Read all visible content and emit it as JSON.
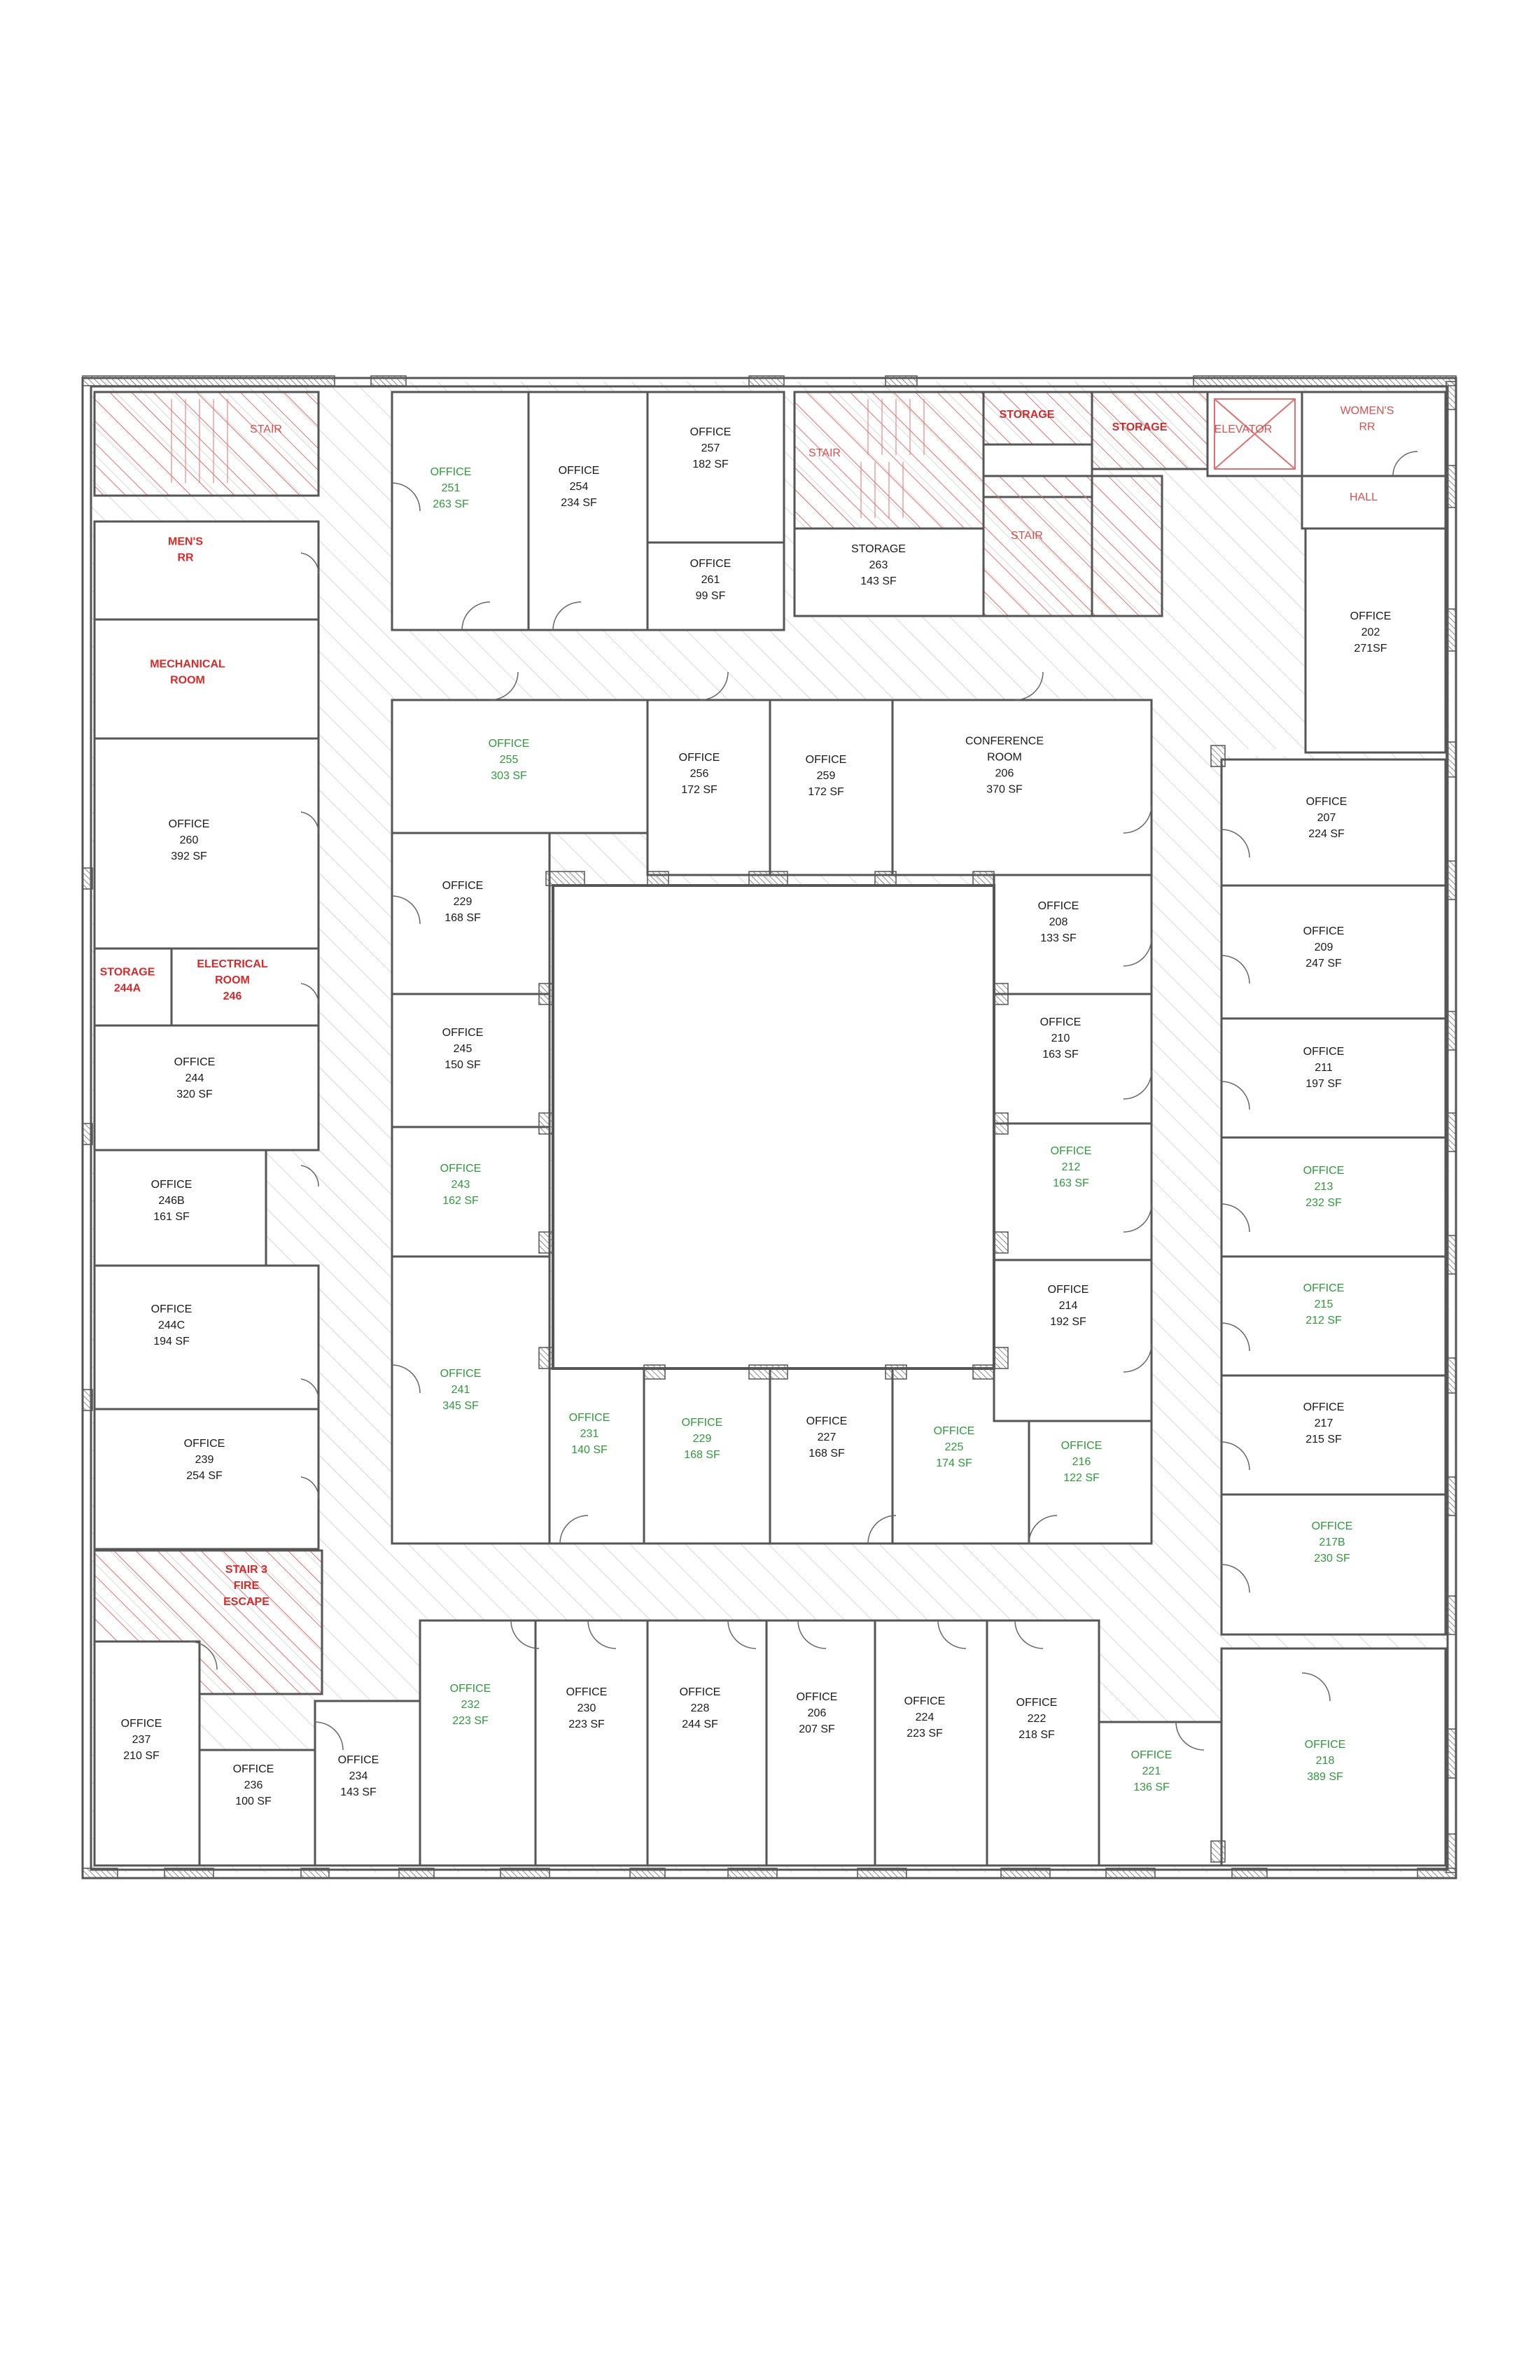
{
  "colors": {
    "wall": "#555555",
    "hatch": "#d9d9d9",
    "red_hatch": "#e07070",
    "occupied": "#1a1a1a",
    "available": "#2e9a3a",
    "service": "#d62a2a"
  },
  "rooms": [
    {
      "id": "stair-nw",
      "lines": [
        "STAIR"
      ],
      "tone": "redlight"
    },
    {
      "id": "mens-rr",
      "lines": [
        "MEN'S",
        "RR"
      ],
      "tone": "red"
    },
    {
      "id": "mechanical",
      "lines": [
        "MECHANICAL",
        "ROOM"
      ],
      "tone": "red"
    },
    {
      "id": "office-260",
      "lines": [
        "OFFICE",
        "260",
        "392 SF"
      ],
      "tone": "black"
    },
    {
      "id": "storage-244a",
      "lines": [
        "STORAGE",
        "244A"
      ],
      "tone": "red"
    },
    {
      "id": "electrical-246",
      "lines": [
        "ELECTRICAL",
        "ROOM",
        "246"
      ],
      "tone": "red"
    },
    {
      "id": "office-244",
      "lines": [
        "OFFICE",
        "244",
        "320 SF"
      ],
      "tone": "black"
    },
    {
      "id": "office-246b",
      "lines": [
        "OFFICE",
        "246B",
        "161 SF"
      ],
      "tone": "black"
    },
    {
      "id": "office-244c",
      "lines": [
        "OFFICE",
        "244C",
        "194 SF"
      ],
      "tone": "black"
    },
    {
      "id": "office-239",
      "lines": [
        "OFFICE",
        "239",
        "254 SF"
      ],
      "tone": "black"
    },
    {
      "id": "stair3",
      "lines": [
        "STAIR 3",
        "FIRE",
        "ESCAPE"
      ],
      "tone": "red"
    },
    {
      "id": "office-237",
      "lines": [
        "OFFICE",
        "237",
        "210 SF"
      ],
      "tone": "black"
    },
    {
      "id": "office-236",
      "lines": [
        "OFFICE",
        "236",
        "100 SF"
      ],
      "tone": "black"
    },
    {
      "id": "office-234",
      "lines": [
        "OFFICE",
        "234",
        "143 SF"
      ],
      "tone": "black"
    },
    {
      "id": "office-232",
      "lines": [
        "OFFICE",
        "232",
        "223 SF"
      ],
      "tone": "green"
    },
    {
      "id": "office-230",
      "lines": [
        "OFFICE",
        "230",
        "223 SF"
      ],
      "tone": "black"
    },
    {
      "id": "office-228",
      "lines": [
        "OFFICE",
        "228",
        "244 SF"
      ],
      "tone": "black"
    },
    {
      "id": "office-206b",
      "lines": [
        "OFFICE",
        "206",
        "207 SF"
      ],
      "tone": "black"
    },
    {
      "id": "office-224",
      "lines": [
        "OFFICE",
        "224",
        "223 SF"
      ],
      "tone": "black"
    },
    {
      "id": "office-222",
      "lines": [
        "OFFICE",
        "222",
        "218 SF"
      ],
      "tone": "black"
    },
    {
      "id": "office-221",
      "lines": [
        "OFFICE",
        "221",
        "136 SF"
      ],
      "tone": "green"
    },
    {
      "id": "office-218",
      "lines": [
        "OFFICE",
        "218",
        "389 SF"
      ],
      "tone": "green"
    },
    {
      "id": "office-217b",
      "lines": [
        "OFFICE",
        "217B",
        "230 SF"
      ],
      "tone": "green"
    },
    {
      "id": "office-217",
      "lines": [
        "OFFICE",
        "217",
        "215 SF"
      ],
      "tone": "black"
    },
    {
      "id": "office-215",
      "lines": [
        "OFFICE",
        "215",
        "212 SF"
      ],
      "tone": "green"
    },
    {
      "id": "office-213",
      "lines": [
        "OFFICE",
        "213",
        "232 SF"
      ],
      "tone": "green"
    },
    {
      "id": "office-211",
      "lines": [
        "OFFICE",
        "211",
        "197 SF"
      ],
      "tone": "black"
    },
    {
      "id": "office-209",
      "lines": [
        "OFFICE",
        "209",
        "247 SF"
      ],
      "tone": "black"
    },
    {
      "id": "office-207",
      "lines": [
        "OFFICE",
        "207",
        "224 SF"
      ],
      "tone": "black"
    },
    {
      "id": "office-202",
      "lines": [
        "OFFICE",
        "202",
        "271SF"
      ],
      "tone": "black"
    },
    {
      "id": "womens-rr",
      "lines": [
        "WOMEN'S",
        "RR"
      ],
      "tone": "redlight"
    },
    {
      "id": "hall",
      "lines": [
        "HALL"
      ],
      "tone": "redlight"
    },
    {
      "id": "elevator",
      "lines": [
        "ELEVATOR"
      ],
      "tone": "redlight"
    },
    {
      "id": "storage-small",
      "lines": [
        "STORAGE"
      ],
      "tone": "red"
    },
    {
      "id": "storage-top",
      "lines": [
        "STORAGE"
      ],
      "tone": "red"
    },
    {
      "id": "stair-top-left",
      "lines": [
        "STAIR"
      ],
      "tone": "redlight"
    },
    {
      "id": "stair-top-right",
      "lines": [
        "STAIR"
      ],
      "tone": "redlight"
    },
    {
      "id": "storage-263",
      "lines": [
        "STORAGE",
        "263",
        "143 SF"
      ],
      "tone": "black"
    },
    {
      "id": "office-257",
      "lines": [
        "OFFICE",
        "257",
        "182 SF"
      ],
      "tone": "black"
    },
    {
      "id": "office-261",
      "lines": [
        "OFFICE",
        "261",
        "99 SF"
      ],
      "tone": "black"
    },
    {
      "id": "office-254",
      "lines": [
        "OFFICE",
        "254",
        "234 SF"
      ],
      "tone": "black"
    },
    {
      "id": "office-251",
      "lines": [
        "OFFICE",
        "251",
        "263 SF"
      ],
      "tone": "green"
    },
    {
      "id": "office-255",
      "lines": [
        "OFFICE",
        "255",
        "303 SF"
      ],
      "tone": "green"
    },
    {
      "id": "office-256",
      "lines": [
        "OFFICE",
        "256",
        "172 SF"
      ],
      "tone": "black"
    },
    {
      "id": "office-259",
      "lines": [
        "OFFICE",
        "259",
        "172 SF"
      ],
      "tone": "black"
    },
    {
      "id": "conference-206",
      "lines": [
        "CONFERENCE",
        "ROOM",
        "206",
        "370 SF"
      ],
      "tone": "black"
    },
    {
      "id": "office-229a",
      "lines": [
        "OFFICE",
        "229",
        "168 SF"
      ],
      "tone": "black"
    },
    {
      "id": "office-245",
      "lines": [
        "OFFICE",
        "245",
        "150 SF"
      ],
      "tone": "black"
    },
    {
      "id": "office-243",
      "lines": [
        "OFFICE",
        "243",
        "162 SF"
      ],
      "tone": "green"
    },
    {
      "id": "office-241",
      "lines": [
        "OFFICE",
        "241",
        "345 SF"
      ],
      "tone": "green"
    },
    {
      "id": "office-231",
      "lines": [
        "OFFICE",
        "231",
        "140 SF"
      ],
      "tone": "green"
    },
    {
      "id": "office-229b",
      "lines": [
        "OFFICE",
        "229",
        "168 SF"
      ],
      "tone": "green"
    },
    {
      "id": "office-227",
      "lines": [
        "OFFICE",
        "227",
        "168 SF"
      ],
      "tone": "black"
    },
    {
      "id": "office-225",
      "lines": [
        "OFFICE",
        "225",
        "174 SF"
      ],
      "tone": "green"
    },
    {
      "id": "office-216",
      "lines": [
        "OFFICE",
        "216",
        "122 SF"
      ],
      "tone": "green"
    },
    {
      "id": "office-208",
      "lines": [
        "OFFICE",
        "208",
        "133 SF"
      ],
      "tone": "black"
    },
    {
      "id": "office-210",
      "lines": [
        "OFFICE",
        "210",
        "163 SF"
      ],
      "tone": "black"
    },
    {
      "id": "office-212",
      "lines": [
        "OFFICE",
        "212",
        "163 SF"
      ],
      "tone": "green"
    },
    {
      "id": "office-214",
      "lines": [
        "OFFICE",
        "214",
        "192 SF"
      ],
      "tone": "black"
    }
  ]
}
